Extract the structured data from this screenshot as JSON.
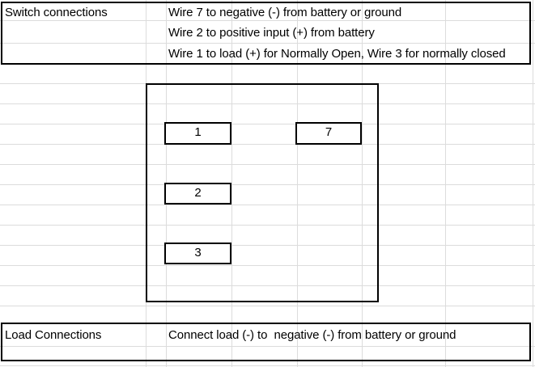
{
  "switch_section": {
    "label": "Switch connections",
    "instructions": [
      "Wire 7 to negative (-) from battery or ground",
      "Wire 2 to positive input (+) from battery",
      "Wire 1 to load (+) for Normally Open, Wire 3 for normally closed"
    ]
  },
  "diagram": {
    "terminals": [
      {
        "label": "1"
      },
      {
        "label": "7"
      },
      {
        "label": "2"
      },
      {
        "label": "3"
      }
    ]
  },
  "load_section": {
    "label": "Load Connections",
    "instruction": "Connect load (-) to  negative (-) from battery or ground"
  }
}
